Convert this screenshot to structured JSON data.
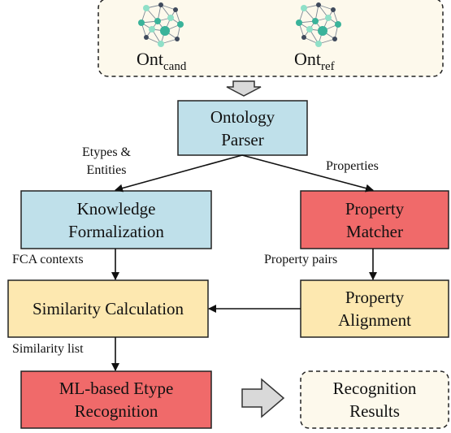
{
  "colors": {
    "blue_box": "#bfe0ea",
    "red_box": "#f06a6a",
    "yellow_box": "#fde8b0",
    "cream_box": "#fdf9ec",
    "arrow": "#111111",
    "hollow_arrow_fill": "#d9d9d9",
    "node_teal": "#3ab39a",
    "node_dark": "#3f4a5c",
    "node_mint": "#8fe0c8"
  },
  "ontologies": {
    "cand": {
      "base": "Ont",
      "sub": "cand",
      "icon": "network-icon"
    },
    "ref": {
      "base": "Ont",
      "sub": "ref",
      "icon": "network-icon"
    }
  },
  "boxes": {
    "ontology_parser": {
      "line1": "Ontology",
      "line2": "Parser"
    },
    "knowledge_formalization": {
      "line1": "Knowledge",
      "line2": "Formalization"
    },
    "property_matcher": {
      "line1": "Property",
      "line2": "Matcher"
    },
    "similarity_calculation": {
      "line1": "Similarity Calculation"
    },
    "property_alignment": {
      "line1": "Property",
      "line2": "Alignment"
    },
    "ml_etype_recognition": {
      "line1": "ML-based Etype",
      "line2": "Recognition"
    },
    "recognition_results": {
      "line1": "Recognition",
      "line2": "Results"
    }
  },
  "edge_labels": {
    "etypes_entities_1": "Etypes &",
    "etypes_entities_2": "Entities",
    "properties": "Properties",
    "fca_contexts": "FCA contexts",
    "property_pairs": "Property pairs",
    "similarity_list": "Similarity list"
  }
}
